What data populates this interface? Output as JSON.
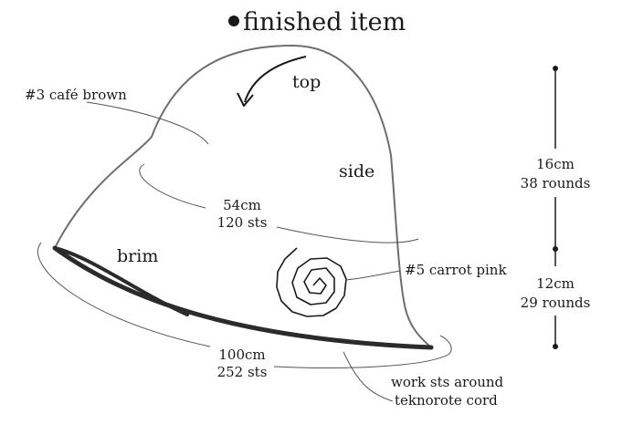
{
  "title": "finished item",
  "labels": {
    "top": "top",
    "side": "side",
    "brim": "brim",
    "main_color": "#3 café brown",
    "flower_color": "#5 carrot pink",
    "head_circ_value": "54cm",
    "head_circ_sts": "120 sts",
    "brim_circ_value": "100cm",
    "brim_circ_sts": "252 sts",
    "edge_note_line1": "work sts around",
    "edge_note_line2": "teknorote cord",
    "side_height": "16cm",
    "side_rounds": "38 rounds",
    "brim_height": "12cm",
    "brim_rounds": "29 rounds"
  },
  "colors": {
    "line": "#1a1a1a",
    "hat_outline": "#6e6e6e",
    "cord": "#2b2b2b"
  }
}
